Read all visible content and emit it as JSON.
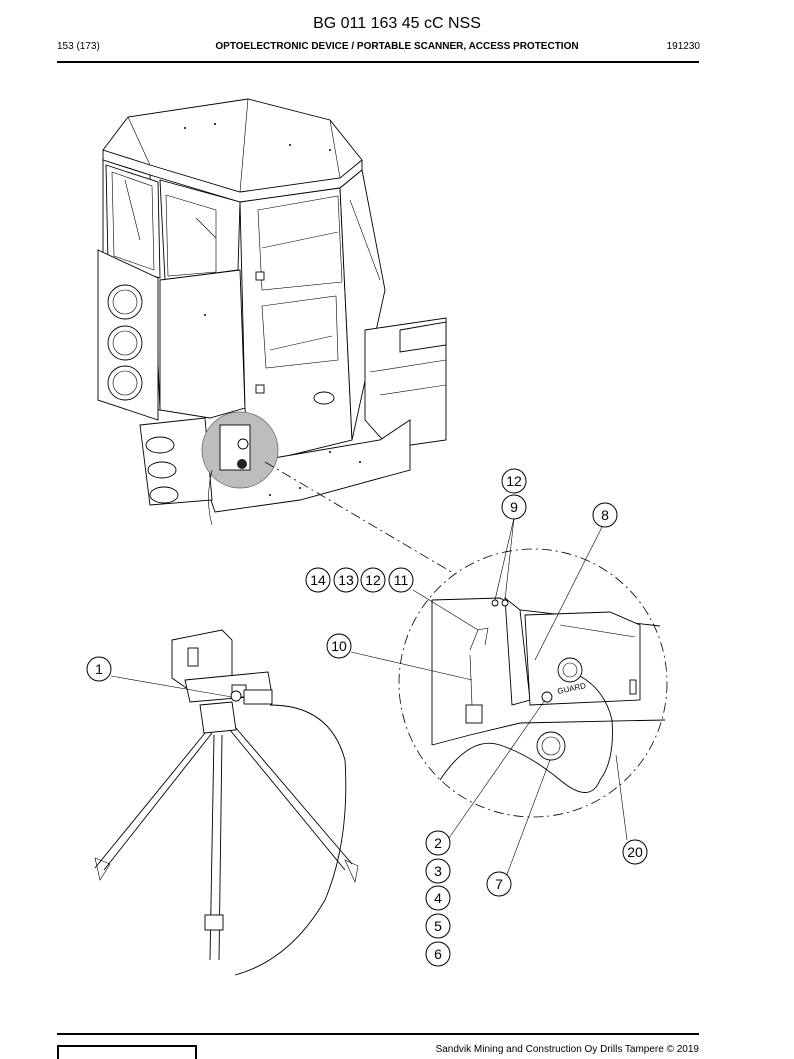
{
  "header": {
    "doc_title": "BG 011 163 45 cC NSS",
    "page": "153 (173)",
    "section": "OPTOELECTRONIC DEVICE / PORTABLE SCANNER, ACCESS PROTECTION",
    "code": "191230"
  },
  "drawing": {
    "callouts": [
      "12",
      "9",
      "8",
      "14",
      "13",
      "12",
      "11",
      "10",
      "1",
      "2",
      "3",
      "4",
      "5",
      "6",
      "7",
      "20"
    ],
    "guard_label": "GUARD"
  },
  "footer": {
    "copyright": "Sandvik Mining and Construction Oy Drills Tampere © 2019"
  }
}
